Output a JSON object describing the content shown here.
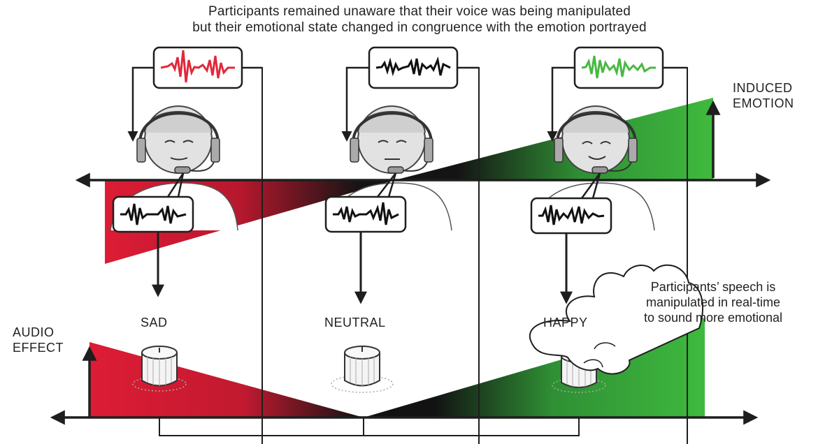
{
  "title": {
    "line1": "Participants remained unaware that their voice was being manipulated",
    "line2": "but their emotional state changed in congruence with the emotion portrayed"
  },
  "induced_emotion": {
    "line1": "INDUCED",
    "line2": "EMOTION"
  },
  "audio_effect": {
    "line1": "AUDIO",
    "line2": "EFFECT"
  },
  "conditions": [
    {
      "label": "SAD",
      "waveform_color": "#e0293b"
    },
    {
      "label": "NEUTRAL",
      "waveform_color": "#111111"
    },
    {
      "label": "HAPPY",
      "waveform_color": "#49b843"
    }
  ],
  "manipulation_note": {
    "line1": "Participants’ speech is",
    "line2": "manipulated in real-time",
    "line3": "to sound more emotional"
  },
  "colors": {
    "sad": "#dd1c35",
    "neutral": "#111111",
    "happy": "#38b43a",
    "axis": "#1e1e1e"
  }
}
